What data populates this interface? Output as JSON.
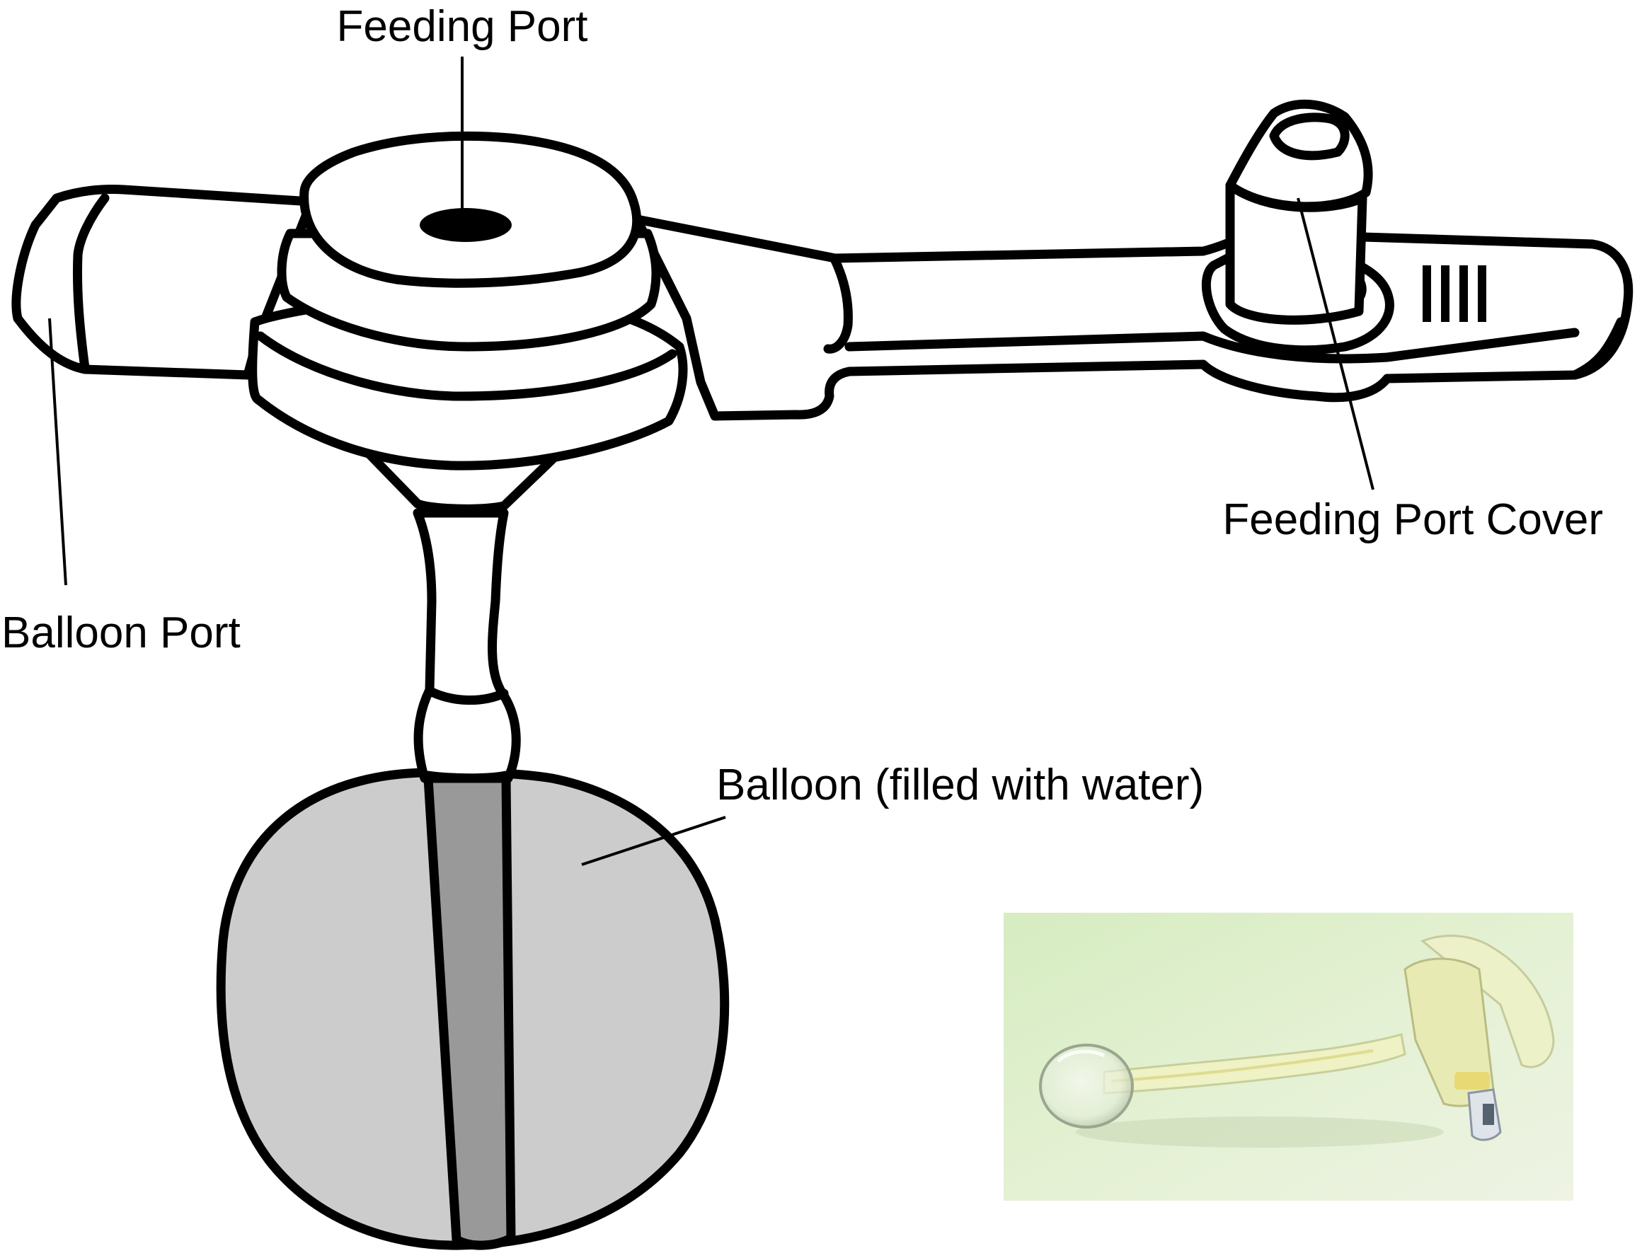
{
  "labels": {
    "feeding_port": "Feeding Port",
    "feeding_port_cover": "Feeding Port Cover",
    "balloon_port": "Balloon Port",
    "balloon": "Balloon (filled with water)"
  },
  "colors": {
    "line": "#000000",
    "balloon_fill": "#cccccc",
    "inner_tube_fill": "#999999",
    "photo_background": "#dfeecb"
  }
}
